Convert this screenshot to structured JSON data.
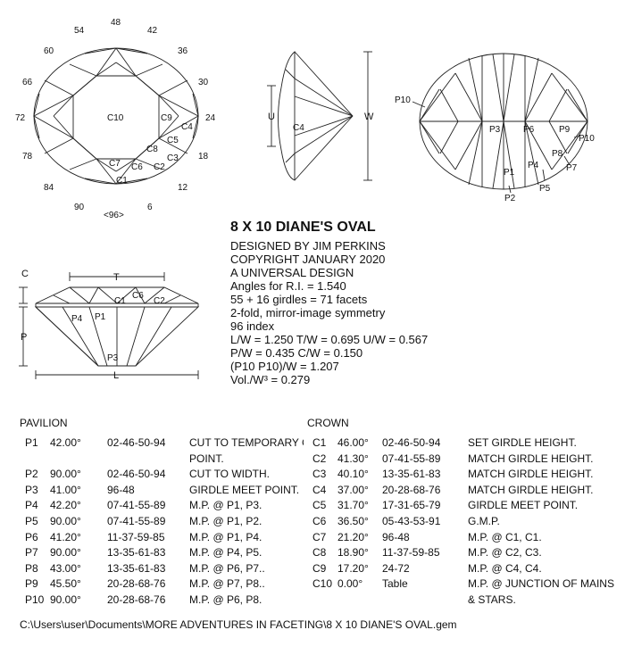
{
  "top_view": {
    "index_labels": [
      "48",
      "42",
      "36",
      "30",
      "24",
      "18",
      "12",
      "6",
      "90",
      "84",
      "78",
      "72",
      "66",
      "60",
      "54"
    ],
    "index_center": "<96>",
    "facet_labels": [
      "C10",
      "C9",
      "C4",
      "C5",
      "C8",
      "C3",
      "C2",
      "C6",
      "C7",
      "C1"
    ]
  },
  "side_view": {
    "u_label": "U",
    "w_label": "W",
    "facet_label": "C4"
  },
  "pavilion_view": {
    "facet_labels": [
      "P10",
      "P3",
      "P6",
      "P9",
      "P10",
      "P8",
      "P7",
      "P1",
      "P4",
      "P5",
      "P2"
    ]
  },
  "profile_view": {
    "c_label": "C",
    "t_label": "T",
    "p_label": "P",
    "l_label": "L",
    "facet_labels": [
      "C1",
      "C6",
      "C2",
      "P4",
      "P1",
      "P3"
    ]
  },
  "info": {
    "title": "8 X 10 DIANE'S OVAL",
    "lines": [
      "DESIGNED BY JIM PERKINS",
      "COPYRIGHT JANUARY 2020",
      "A UNIVERSAL DESIGN",
      "Angles for R.I. = 1.540",
      "55 + 16 girdles = 71 facets",
      "2-fold, mirror-image symmetry",
      "96 index",
      "L/W = 1.250  T/W = 0.695  U/W = 0.567",
      "P/W = 0.435  C/W = 0.150",
      "(P10 P10)/W = 1.207",
      "Vol./W³ = 0.279"
    ]
  },
  "pavilion": {
    "heading": "PAVILION",
    "rows": [
      {
        "facet": "P1",
        "angle": "42.00°",
        "index": "02-46-50-94",
        "note": "CUT TO TEMPORARY CEN",
        "note2": "POINT."
      },
      {
        "facet": "P2",
        "angle": "90.00°",
        "index": "02-46-50-94",
        "note": "CUT TO WIDTH.",
        "note2": ""
      },
      {
        "facet": "P3",
        "angle": "41.00°",
        "index": "96-48",
        "note": "GIRDLE MEET POINT.",
        "note2": ""
      },
      {
        "facet": "P4",
        "angle": "42.20°",
        "index": "07-41-55-89",
        "note": "M.P. @ P1, P3.",
        "note2": ""
      },
      {
        "facet": "P5",
        "angle": "90.00°",
        "index": "07-41-55-89",
        "note": "M.P. @ P1, P2.",
        "note2": ""
      },
      {
        "facet": "P6",
        "angle": "41.20°",
        "index": "11-37-59-85",
        "note": "M.P. @ P1, P4.",
        "note2": ""
      },
      {
        "facet": "P7",
        "angle": "90.00°",
        "index": "13-35-61-83",
        "note": "M.P. @ P4, P5.",
        "note2": ""
      },
      {
        "facet": "P8",
        "angle": "43.00°",
        "index": "13-35-61-83",
        "note": "M.P. @ P6, P7..",
        "note2": ""
      },
      {
        "facet": "P9",
        "angle": "45.50°",
        "index": "20-28-68-76",
        "note": "M.P. @ P7,  P8..",
        "note2": ""
      },
      {
        "facet": "P10",
        "angle": "90.00°",
        "index": "20-28-68-76",
        "note": "M.P. @ P6, P8.",
        "note2": ""
      }
    ]
  },
  "crown": {
    "heading": "CROWN",
    "rows": [
      {
        "facet": "C1",
        "angle": "46.00°",
        "index": "02-46-50-94",
        "note": "SET GIRDLE HEIGHT.",
        "note2": ""
      },
      {
        "facet": "C2",
        "angle": "41.30°",
        "index": "07-41-55-89",
        "note": "MATCH GIRDLE HEIGHT.",
        "note2": ""
      },
      {
        "facet": "C3",
        "angle": "40.10°",
        "index": "13-35-61-83",
        "note": "MATCH GIRDLE HEIGHT.",
        "note2": ""
      },
      {
        "facet": "C4",
        "angle": "37.00°",
        "index": "20-28-68-76",
        "note": "MATCH GIRDLE HEIGHT.",
        "note2": ""
      },
      {
        "facet": "C5",
        "angle": "31.70°",
        "index": "17-31-65-79",
        "note": "GIRDLE MEET POINT.",
        "note2": ""
      },
      {
        "facet": "C6",
        "angle": "36.50°",
        "index": "05-43-53-91",
        "note": "G.M.P.",
        "note2": ""
      },
      {
        "facet": "C7",
        "angle": "21.20°",
        "index": "96-48",
        "note": "M.P. @ C1, C1.",
        "note2": ""
      },
      {
        "facet": "C8",
        "angle": "18.90°",
        "index": "11-37-59-85",
        "note": "M.P. @ C2, C3.",
        "note2": ""
      },
      {
        "facet": "C9",
        "angle": "17.20°",
        "index": "24-72",
        "note": "M.P. @ C4, C4.",
        "note2": ""
      },
      {
        "facet": "C10",
        "angle": "0.00°",
        "index": "Table",
        "note": "M.P. @ JUNCTION OF MAINS",
        "note2": "& STARS."
      }
    ]
  },
  "file_path": "C:\\Users\\user\\Documents\\MORE ADVENTURES IN FACETING\\8 X 10 DIANE'S OVAL.gem"
}
